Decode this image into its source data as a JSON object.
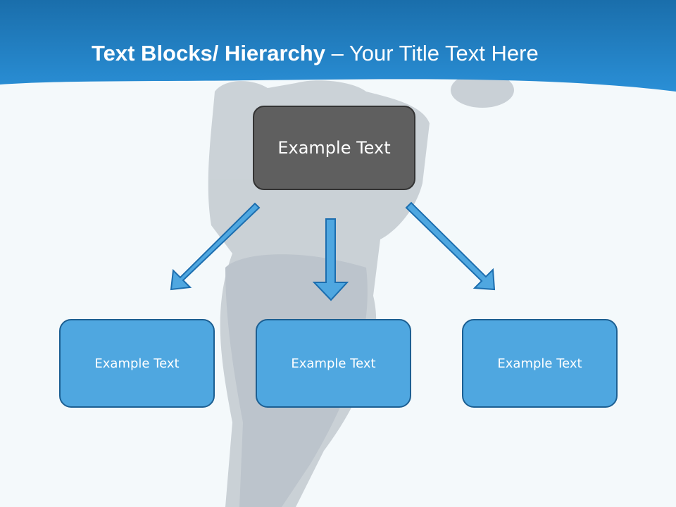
{
  "title": {
    "bold_part": "Text Blocks/ Hierarchy",
    "rest_part": " – Your Title Text Here"
  },
  "hierarchy": {
    "top": "Example Text",
    "children": [
      "Example Text",
      "Example Text",
      "Example Text"
    ]
  },
  "colors": {
    "header_blue": "#1a7ec6",
    "top_box": "#5f5f5f",
    "child_box": "#4fa7e0",
    "child_border": "#1c5f92",
    "arrow_fill": "#4fa7e0"
  }
}
